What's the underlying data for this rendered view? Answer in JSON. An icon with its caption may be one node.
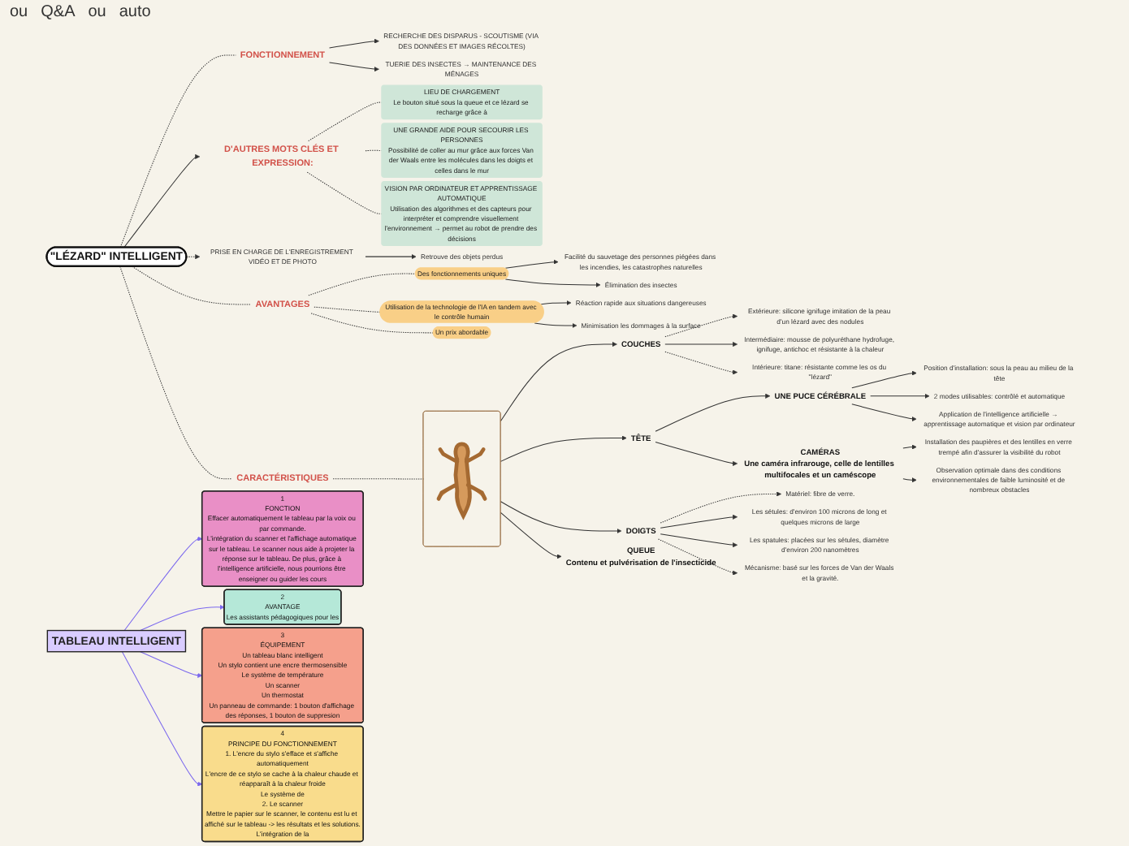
{
  "diagram": {
    "nodes": [
      {
        "text": [
          "\"LÉZARD\" INTELLIGENT"
        ]
      },
      {
        "text": [
          "FONCTIONNEMENT"
        ]
      },
      {
        "text": [
          "RECHERCHE DES DISPARUS - SCOUTISME (VIA DES DONNÉES ET IMAGES RÉCOLTES)"
        ]
      },
      {
        "text": [
          "TUERIE DES INSECTES → MAINTENANCE DES MÉNAGES"
        ]
      },
      {
        "text": [
          "AVANTAGES"
        ]
      },
      {
        "text": [
          "Des fonctionnements uniques"
        ]
      },
      {
        "text": [
          "Facilité du sauvetage des personnes piégées dans les incendies, les catastrophes naturelles"
        ]
      },
      {
        "text": [
          "Élimination des insectes"
        ]
      },
      {
        "text": [
          "Utilisation de la technologie de l'IA en tandem avec le contrôle humain"
        ]
      },
      {
        "text": [
          "Réaction rapide aux situations dangereuses"
        ]
      },
      {
        "text": [
          "Minimisation les dommages à la surface"
        ]
      },
      {
        "text": [
          "Un prix abordable"
        ]
      },
      {
        "text": [
          "PRISE EN CHARGE DE L'ENREGISTREMENT VIDÉO ET DE PHOTO"
        ]
      },
      {
        "text": [
          "Retrouve des objets perdus"
        ]
      },
      {
        "text": [
          "CARACTÉRISTIQUES"
        ]
      },
      {
        "text": [
          "COUCHES"
        ]
      },
      {
        "text": [
          "Extérieure: silicone ignifuge imitation de la peau d'un lézard avec des nodules"
        ]
      },
      {
        "text": [
          "Intermédiaire: mousse de polyuréthane hydrofuge, ignifuge, antichoc et résistante à la chaleur"
        ]
      },
      {
        "text": [
          "Intérieure: titane: résistante comme les os du \"lézard\""
        ]
      },
      {
        "text": [
          "TÊTE"
        ]
      },
      {
        "text": [
          "UNE PUCE CÉRÉBRALE"
        ]
      },
      {
        "text": [
          "Position d'installation: sous la peau au milieu de la tête"
        ]
      },
      {
        "text": [
          "2 modes utilisables: contrôlé et automatique"
        ]
      },
      {
        "text": [
          "Application de l'intelligence artificielle → apprentissage automatique et vision par ordinateur"
        ]
      },
      {
        "text": [
          "CAMÉRAS"
        ],
        "beside": [
          "Une caméra infrarouge, celle de lentilles multifocales et un caméscope"
        ]
      },
      {
        "text": [
          "Installation des paupières et des lentilles en verre trempé afin d'assurer la visibilité du robot"
        ]
      },
      {
        "text": [
          "Observation optimale dans des conditions environnementales de faible luminosité et de nombreux obstacles"
        ]
      },
      {
        "text": [
          "DOIGTS"
        ]
      },
      {
        "text": [
          "Matériel: fibre de verre."
        ]
      },
      {
        "text": [
          "Les sétules: d'environ 100 microns de long et quelques microns de large"
        ]
      },
      {
        "text": [
          "Les spatules: placées sur les sétules, diamètre d'environ 200 nanomètres"
        ]
      },
      {
        "text": [
          "Mécanisme: basé sur les forces de Van der Waals et la gravité."
        ]
      },
      {
        "text": [
          "QUEUE"
        ],
        "beside": [
          "Contenu et pulvérisation de l'insecticide"
        ]
      },
      {
        "text": [],
        "shape": "picture"
      },
      {
        "text": [
          "D'AUTRES MOTS CLÉS ET EXPRESSION:"
        ]
      },
      {
        "text": [
          "LIEU DE CHARGEMENT",
          "Le bouton situé sous la queue et ce lézard se recharge grâce à"
        ]
      },
      {
        "text": [
          "UNE GRANDE AIDE POUR SECOURIR LES PERSONNES",
          "Possibilité de coller au mur grâce aux forces Van der Waals entre les molécules dans les doigts et celles dans le mur"
        ]
      },
      {
        "text": [
          "VISION PAR ORDINATEUR ET APPRENTISSAGE AUTOMATIQUE",
          "Utilisation des algorithmes et des capteurs pour interpréter et comprendre visuellement l'environnement → permet au robot de prendre des décisions"
        ]
      },
      {
        "text": [
          "TABLEAU INTELLIGENT"
        ]
      },
      {
        "text": [
          "1",
          "FONCTION",
          "Effacer automatiquement le tableau par la voix ou par commande.",
          "L'intégration du scanner et l'affichage automatique sur le tableau. Le scanner nous aide à projeter la réponse sur le tableau. De plus, grâce à l'intelligence artificielle, nous pourrions être enseigner ou guider les cours"
        ]
      },
      {
        "text": [
          "2",
          "AVANTAGE",
          "Les assistants pédagogiques pour les"
        ]
      },
      {
        "text": [
          "3",
          "ÉQUIPEMENT",
          "Un tableau blanc intelligent",
          "Un stylo contient une encre thermosensible",
          "Le système de température",
          "Un scanner",
          "Un thermostat",
          "Un panneau de commande: 1 bouton d'affichage des réponses, 1 bouton de suppresion"
        ]
      },
      {
        "text": [
          "4",
          "PRINCIPE DU FONCTIONNEMENT",
          "1. L'encre du stylo s'efface et s'affiche automatiquement",
          "L'encre de ce stylo se cache à la chaleur chaude et réapparaît à la chaleur froide",
          "Le système de",
          "2. Le scanner",
          "Mettre le papier sur le scanner, le contenu est lu et affiché sur le tableau -> les résultats et les solutions.",
          "L'intégration de la"
        ]
      }
    ],
    "edges": [
      {
        "from": 0,
        "to": 1,
        "arrow": "none",
        "style": "dashed"
      },
      {
        "from": 1,
        "to": 2,
        "arrow": "to"
      },
      {
        "from": 1,
        "to": 3,
        "arrow": "to"
      },
      {
        "from": 0,
        "to": 4,
        "arrow": "none",
        "style": "dashed"
      },
      {
        "from": 4,
        "to": 5,
        "arrow": "none",
        "style": "dashed"
      },
      {
        "from": 5,
        "to": 6,
        "arrow": "to"
      },
      {
        "from": 5,
        "to": 7,
        "arrow": "to"
      },
      {
        "from": 4,
        "to": 8,
        "arrow": "none",
        "style": "dashed"
      },
      {
        "from": 8,
        "to": 9,
        "arrow": "to"
      },
      {
        "from": 8,
        "to": 10,
        "arrow": "to"
      },
      {
        "from": 4,
        "to": 11,
        "arrow": "none",
        "style": "dashed"
      },
      {
        "from": 0,
        "to": 12,
        "arrow": "to",
        "style": "dashed"
      },
      {
        "from": 12,
        "to": 13,
        "arrow": "to"
      },
      {
        "from": 0,
        "to": 14,
        "arrow": "none",
        "style": "dashed"
      },
      {
        "from": 14,
        "to": 33,
        "arrow": "none",
        "style": "dashed"
      },
      {
        "from": 33,
        "to": 15,
        "arrow": "to"
      },
      {
        "from": 15,
        "to": 16,
        "arrow": "to",
        "style": "dashed"
      },
      {
        "from": 15,
        "to": 17,
        "arrow": "to"
      },
      {
        "from": 15,
        "to": 18,
        "arrow": "to",
        "style": "dashed"
      },
      {
        "from": 33,
        "to": 19,
        "arrow": "to"
      },
      {
        "from": 19,
        "to": 20,
        "arrow": "to"
      },
      {
        "from": 20,
        "to": 21,
        "arrow": "to"
      },
      {
        "from": 20,
        "to": 22,
        "arrow": "to"
      },
      {
        "from": 20,
        "to": 23,
        "arrow": "to"
      },
      {
        "from": 19,
        "to": 24,
        "arrow": "to"
      },
      {
        "from": 24,
        "to": 25,
        "arrow": "to"
      },
      {
        "from": 24,
        "to": 26,
        "arrow": "to"
      },
      {
        "from": 33,
        "to": 27,
        "arrow": "to"
      },
      {
        "from": 27,
        "to": 28,
        "arrow": "to",
        "style": "dashed"
      },
      {
        "from": 27,
        "to": 29,
        "arrow": "to"
      },
      {
        "from": 27,
        "to": 30,
        "arrow": "to"
      },
      {
        "from": 27,
        "to": 31,
        "arrow": "to",
        "style": "dashed"
      },
      {
        "from": 33,
        "to": 32,
        "arrow": "to"
      },
      {
        "from": 0,
        "to": 34,
        "arrow": "to"
      },
      {
        "from": 34,
        "to": 35,
        "arrow": "none",
        "style": "dashed"
      },
      {
        "from": 34,
        "to": 36,
        "arrow": "none",
        "style": "dashed"
      },
      {
        "from": 34,
        "to": 37,
        "arrow": "none",
        "style": "dashed"
      },
      {
        "from": 38,
        "to": 39,
        "arrow": "to",
        "color": "#7b68ee"
      },
      {
        "from": 38,
        "to": 40,
        "arrow": "to",
        "color": "#7b68ee"
      },
      {
        "from": 38,
        "to": 41,
        "arrow": "to",
        "color": "#7b68ee"
      },
      {
        "from": 38,
        "to": 42,
        "arrow": "to",
        "color": "#7b68ee"
      }
    ],
    "labels": [
      "ou",
      "Q&A",
      "ou",
      "auto"
    ]
  }
}
